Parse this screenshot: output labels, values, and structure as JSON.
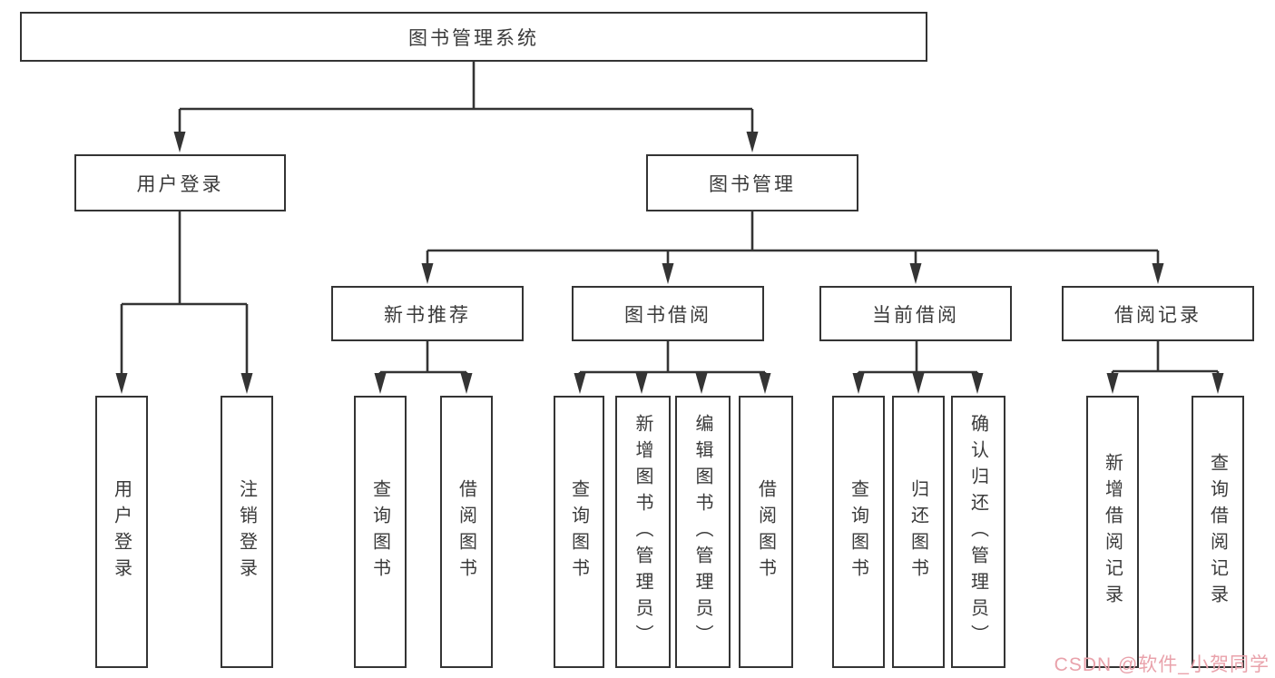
{
  "colors": {
    "line": "#343434",
    "text": "#3a3a3a",
    "bg": "#ffffff",
    "watermark": "#e9a2ab"
  },
  "tree": {
    "root": "图书管理系统",
    "level2": {
      "user_login": "用户登录",
      "book_mgmt": "图书管理"
    },
    "level3": {
      "new_books": "新书推荐",
      "book_borrow": "图书借阅",
      "current_borrow": "当前借阅",
      "borrow_records": "借阅记录"
    },
    "leaves": {
      "user_login_login": "用户登录",
      "user_login_logout": "注销登录",
      "new_books_query": "查询图书",
      "new_books_borrow": "借阅图书",
      "book_borrow_query": "查询图书",
      "book_borrow_add": "新增图书（管理员）",
      "book_borrow_edit": "编辑图书（管理员）",
      "book_borrow_borrow": "借阅图书",
      "current_query": "查询图书",
      "current_return": "归还图书",
      "current_confirm": "确认归还（管理员）",
      "records_add": "新增借阅记录",
      "records_query": "查询借阅记录"
    }
  },
  "watermark": {
    "text": "CSDN @软件_小贺同学"
  }
}
